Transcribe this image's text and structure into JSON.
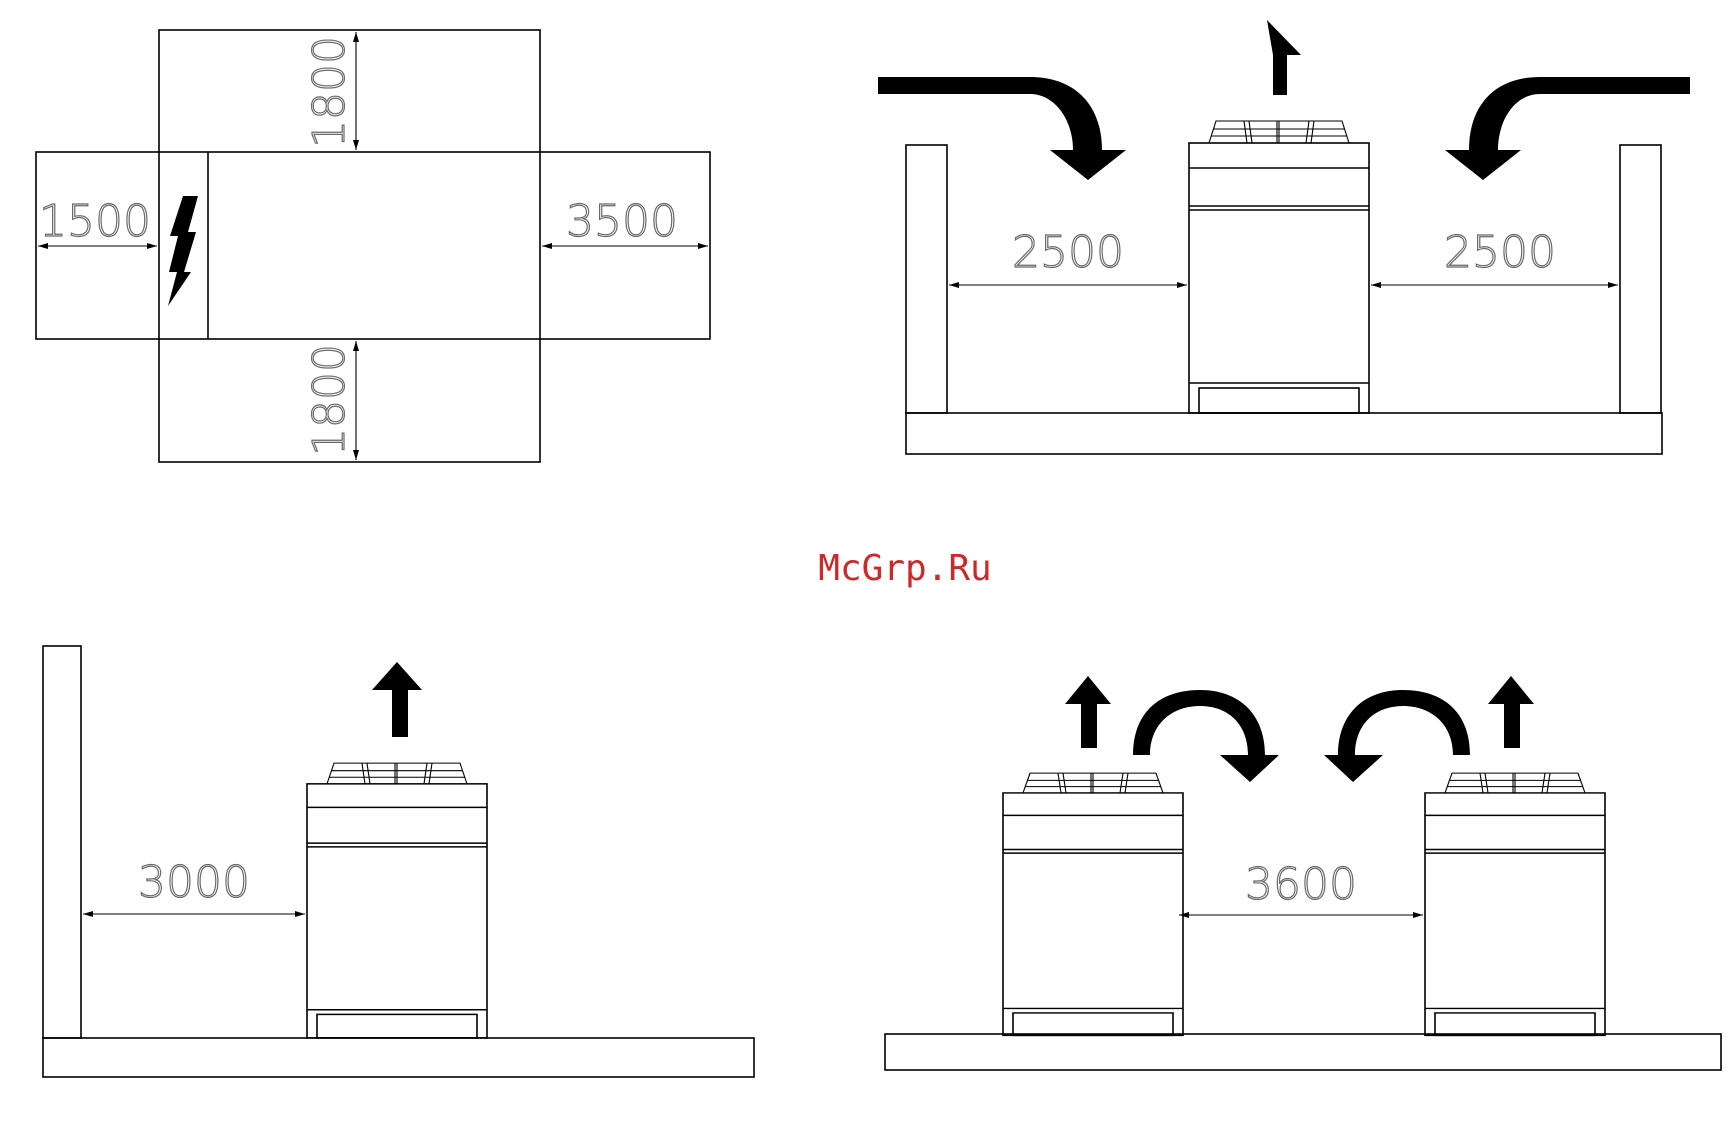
{
  "plan_view": {
    "top_clearance": "1800",
    "left_clearance": "1500",
    "right_clearance": "3500",
    "bottom_clearance": "1800",
    "electric_side_icon": "lightning-bolt-icon"
  },
  "two_walls_view": {
    "left_clearance": "2500",
    "right_clearance": "2500"
  },
  "single_wall_view": {
    "clearance": "3000"
  },
  "two_units_view": {
    "clearance": "3600"
  },
  "watermark": "McGrp.Ru",
  "colors": {
    "line": "#000000",
    "dimension_text": "#6a6a6a",
    "watermark": "#cc2a2a"
  }
}
